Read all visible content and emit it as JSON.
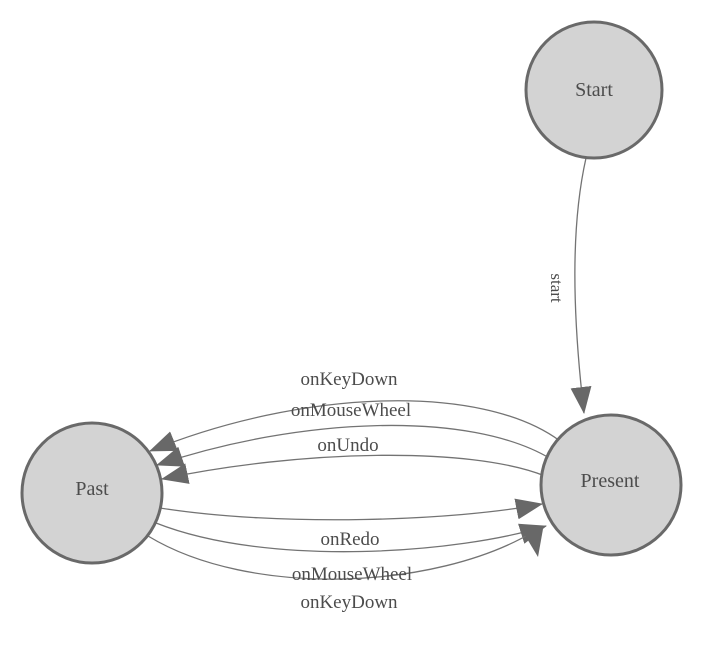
{
  "diagram": {
    "type": "state-machine",
    "colors": {
      "background": "#ffffff",
      "node_fill": "#d3d3d3",
      "node_stroke": "#696969",
      "edge_stroke": "#737373",
      "arrow_fill": "#686868",
      "text": "#4c4c4c"
    },
    "nodes": [
      {
        "id": "start",
        "label": "Start"
      },
      {
        "id": "present",
        "label": "Present"
      },
      {
        "id": "past",
        "label": "Past"
      }
    ],
    "edges": [
      {
        "id": "start-transition",
        "from": "start",
        "to": "present",
        "label": "start"
      },
      {
        "id": "onkeydown-to-past",
        "from": "present",
        "to": "past",
        "label": "onKeyDown"
      },
      {
        "id": "onmousewheel-to-past",
        "from": "present",
        "to": "past",
        "label": "onMouseWheel"
      },
      {
        "id": "onundo-to-past",
        "from": "present",
        "to": "past",
        "label": "onUndo"
      },
      {
        "id": "onredo-to-present",
        "from": "past",
        "to": "present",
        "label": "onRedo"
      },
      {
        "id": "onmousewheel-to-present",
        "from": "past",
        "to": "present",
        "label": "onMouseWheel"
      },
      {
        "id": "onkeydown-to-present",
        "from": "past",
        "to": "present",
        "label": "onKeyDown"
      }
    ]
  }
}
